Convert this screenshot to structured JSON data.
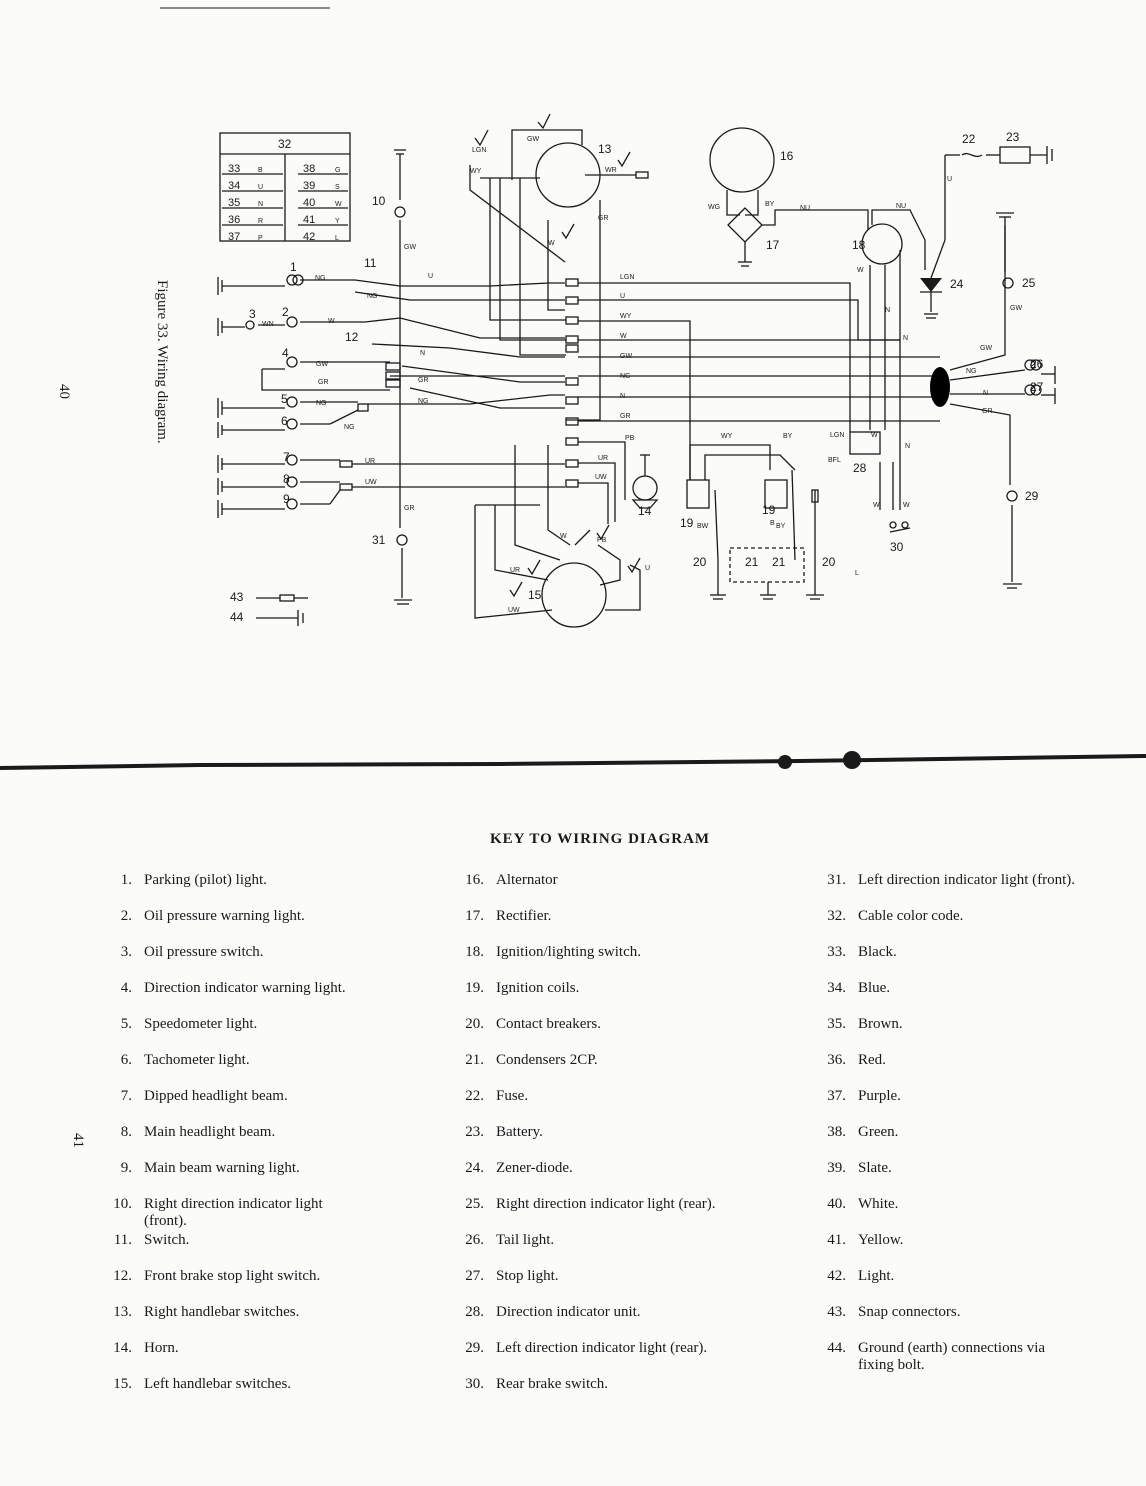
{
  "page_numbers": {
    "top": "40",
    "bottom": "41"
  },
  "figure_caption": "Figure 33.  Wiring diagram.",
  "color_code_table": {
    "header": "32",
    "rows": [
      {
        "n": "33",
        "c": "B"
      },
      {
        "n": "34",
        "c": "U"
      },
      {
        "n": "35",
        "c": "N"
      },
      {
        "n": "36",
        "c": "R"
      },
      {
        "n": "37",
        "c": "P"
      },
      {
        "n": "38",
        "c": "G"
      },
      {
        "n": "39",
        "c": "S"
      },
      {
        "n": "40",
        "c": "W"
      },
      {
        "n": "41",
        "c": "Y"
      },
      {
        "n": "42",
        "c": "L"
      }
    ]
  },
  "wire_codes": {
    "lgn": "LGN",
    "u": "U",
    "wy": "WY",
    "w": "W",
    "gw": "GW",
    "ng": "NG",
    "n": "N",
    "gr": "GR",
    "pb": "PB",
    "ur": "UR",
    "uw": "UW",
    "wn": "WN",
    "wr": "WR",
    "wg": "WG",
    "by": "BY",
    "nu": "NU",
    "bw": "BW",
    "lgn2": "LGN",
    "b": "B",
    "bfl": "BFL",
    "l": "L"
  },
  "component_numbers": [
    "1",
    "2",
    "3",
    "4",
    "5",
    "6",
    "7",
    "8",
    "9",
    "10",
    "11",
    "12",
    "13",
    "14",
    "15",
    "16",
    "17",
    "18",
    "19",
    "20",
    "21",
    "22",
    "23",
    "24",
    "25",
    "26",
    "27",
    "28",
    "29",
    "30",
    "31",
    "43",
    "44"
  ],
  "key_title": "KEY TO WIRING DIAGRAM",
  "key": {
    "col1": [
      {
        "n": "1.",
        "t": "Parking (pilot) light."
      },
      {
        "n": "2.",
        "t": "Oil pressure warning light."
      },
      {
        "n": "3.",
        "t": "Oil pressure switch."
      },
      {
        "n": "4.",
        "t": "Direction indicator warning light."
      },
      {
        "n": "5.",
        "t": "Speedometer light."
      },
      {
        "n": "6.",
        "t": "Tachometer light."
      },
      {
        "n": "7.",
        "t": "Dipped headlight beam."
      },
      {
        "n": "8.",
        "t": "Main headlight beam."
      },
      {
        "n": "9.",
        "t": "Main beam warning light."
      },
      {
        "n": "10.",
        "t": "Right direction indicator light (front)."
      },
      {
        "n": "11.",
        "t": "Switch."
      },
      {
        "n": "12.",
        "t": "Front brake stop light switch."
      },
      {
        "n": "13.",
        "t": "Right handlebar switches."
      },
      {
        "n": "14.",
        "t": "Horn."
      },
      {
        "n": "15.",
        "t": "Left handlebar switches."
      }
    ],
    "col2": [
      {
        "n": "16.",
        "t": "Alternator"
      },
      {
        "n": "17.",
        "t": "Rectifier."
      },
      {
        "n": "18.",
        "t": "Ignition/lighting switch."
      },
      {
        "n": "19.",
        "t": "Ignition coils."
      },
      {
        "n": "20.",
        "t": "Contact breakers."
      },
      {
        "n": "21.",
        "t": "Condensers 2CP."
      },
      {
        "n": "22.",
        "t": "Fuse."
      },
      {
        "n": "23.",
        "t": "Battery."
      },
      {
        "n": "24.",
        "t": "Zener-diode."
      },
      {
        "n": "25.",
        "t": "Right direction indicator light (rear)."
      },
      {
        "n": "26.",
        "t": "Tail light."
      },
      {
        "n": "27.",
        "t": "Stop light."
      },
      {
        "n": "28.",
        "t": "Direction indicator unit."
      },
      {
        "n": "29.",
        "t": "Left direction indicator light (rear)."
      },
      {
        "n": "30.",
        "t": "Rear brake switch."
      }
    ],
    "col3": [
      {
        "n": "31.",
        "t": "Left direction indicator light (front)."
      },
      {
        "n": "32.",
        "t": "Cable color code."
      },
      {
        "n": "33.",
        "t": "Black."
      },
      {
        "n": "34.",
        "t": "Blue."
      },
      {
        "n": "35.",
        "t": "Brown."
      },
      {
        "n": "36.",
        "t": "Red."
      },
      {
        "n": "37.",
        "t": "Purple."
      },
      {
        "n": "38.",
        "t": "Green."
      },
      {
        "n": "39.",
        "t": "Slate."
      },
      {
        "n": "40.",
        "t": "White."
      },
      {
        "n": "41.",
        "t": "Yellow."
      },
      {
        "n": "42.",
        "t": "Light."
      },
      {
        "n": "43.",
        "t": "Snap connectors."
      },
      {
        "n": "44.",
        "t": "Ground (earth) connections via fixing bolt."
      }
    ]
  }
}
